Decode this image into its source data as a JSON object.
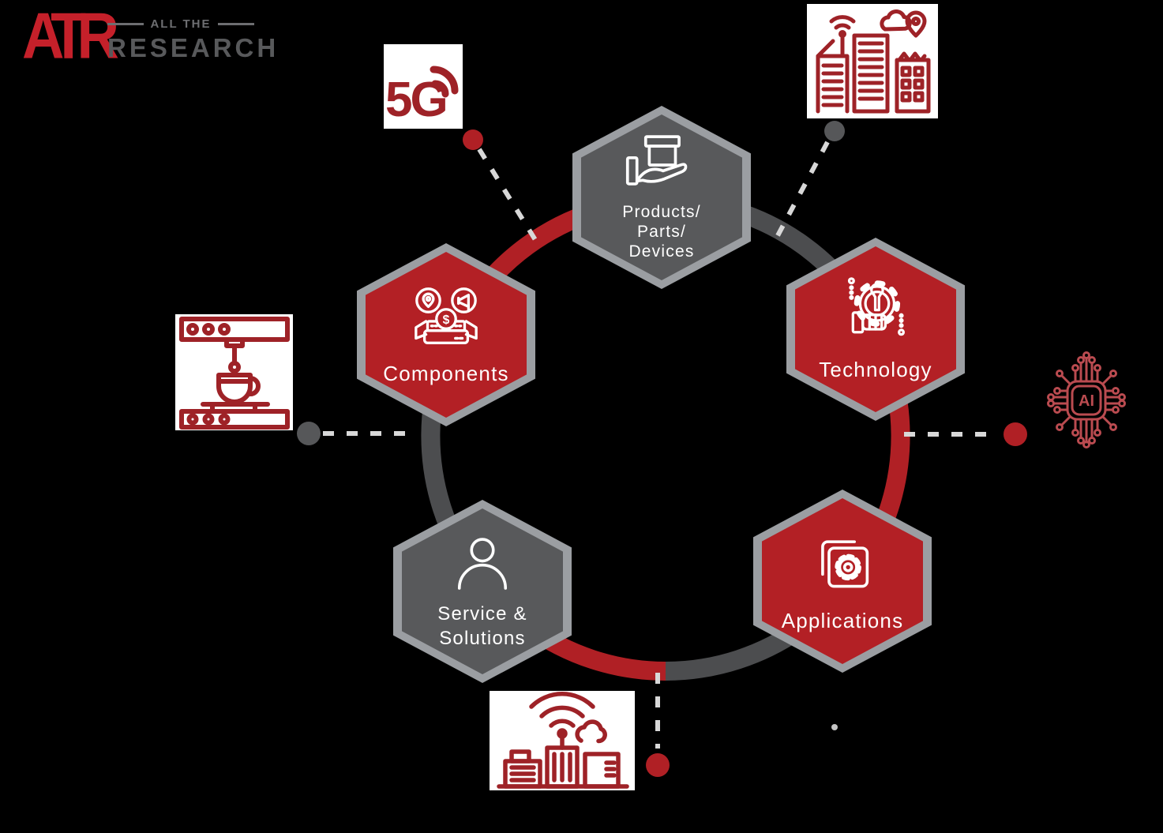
{
  "page": {
    "background": "#000000"
  },
  "logo": {
    "monogram": "ATR",
    "tagline": "ALL THE",
    "title": "RESEARCH"
  },
  "diagram": {
    "title_hint": "5G ecosystem segmentation cycle",
    "colors": {
      "node_red": "#b32025",
      "node_gray": "#58595b",
      "hex_border_gray": "#9b9ea2",
      "ring_red": "#b02025",
      "ring_gray": "#4c4d4f",
      "dash_gray": "#d8d8d8",
      "icon_outline_red": "#9e2227",
      "ai_icon_red": "#ba4b50",
      "label_white": "#ffffff",
      "logo_red": "#c5202a",
      "logo_gray": "#58595b"
    },
    "nodes": [
      {
        "id": "products-parts-devices",
        "color": "gray",
        "icon": "hand-box-icon",
        "label_lines": [
          "Products/",
          "Parts/",
          "Devices"
        ]
      },
      {
        "id": "technology",
        "color": "red",
        "icon": "gear-wrench-hand-icon",
        "label_lines": [
          "Technology"
        ]
      },
      {
        "id": "applications",
        "color": "red",
        "icon": "app-window-gear-icon",
        "label_lines": [
          "Applications"
        ]
      },
      {
        "id": "service-solutions",
        "color": "gray",
        "icon": "person-icon",
        "label_lines": [
          "Service &",
          "Solutions"
        ]
      },
      {
        "id": "components",
        "color": "red",
        "icon": "market-box-icon",
        "label_lines": [
          "Components"
        ],
        "coin_symbol": "$"
      }
    ],
    "satellites": [
      {
        "id": "5g-signal",
        "label": "5G",
        "icon": "5g-signal-icon",
        "dot_color": "#b02025"
      },
      {
        "id": "smart-city",
        "icon": "smart-city-icon",
        "dot_color": "#565759"
      },
      {
        "id": "ai-chip",
        "label": "AI",
        "icon": "ai-chip-icon",
        "dot_color": "#b02025"
      },
      {
        "id": "3d-printer",
        "icon": "3d-printer-icon",
        "dot_color": "#565759"
      },
      {
        "id": "smart-factory",
        "icon": "smart-factory-icon",
        "dot_color": "#b02025"
      }
    ]
  }
}
